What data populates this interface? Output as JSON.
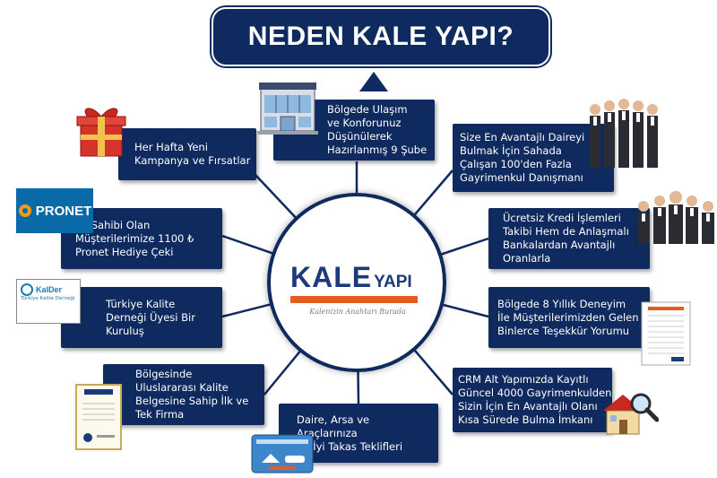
{
  "title": "NEDEN KALE YAPI?",
  "center_logo": {
    "name": "KALE",
    "suffix": "YAPI",
    "slogan": "Kalenizin Anahtarı Burada",
    "brand_color": "#0f2a5e",
    "accent_color": "#e35d20"
  },
  "cards": [
    {
      "id": "subeler",
      "text": "Bölgede Ulaşım\nve Konforunuz\nDüşünülerek\nHazırlanmış 9 Şube",
      "icon": "office-building-icon"
    },
    {
      "id": "kampanya",
      "text": "Her Hafta Yeni\nKampanya ve Fırsatlar",
      "icon": "gift-box-icon"
    },
    {
      "id": "danisman",
      "text": "Size En Avantajlı Daireyi\nBulmak İçin Sahada\nÇalışan 100'den Fazla\nGayrimenkul Danışmanı",
      "icon": "business-team-icon"
    },
    {
      "id": "pronet",
      "text": "Ev Sahibi Olan\nMüşterilerimize 1100 ₺\nPronet Hediye Çeki",
      "icon": "pronet-logo"
    },
    {
      "id": "kredi",
      "text": "Ücretsiz Kredi İşlemleri\nTakibi Hem de Anlaşmalı\nBankalardan Avantajlı\nOranlarla",
      "icon": "business-team-icon"
    },
    {
      "id": "kalder",
      "text": "Türkiye Kalite\nDerneği Üyesi Bir\nKuruluş",
      "icon": "kalder-logo"
    },
    {
      "id": "deneyim",
      "text": "Bölgede 8 Yıllık Deneyim\nİle Müşterilerimizden Gelen\nBinlerce Teşekkür Yorumu",
      "icon": "thank-you-form-icon"
    },
    {
      "id": "kalite",
      "text": "Bölgesinde\nUluslararası Kalite\nBelgesine Sahip İlk ve\nTek Firma",
      "icon": "certificate-icon"
    },
    {
      "id": "crm",
      "text": "CRM Alt Yapımızda Kayıtlı\nGüncel 4000 Gayrimenkulden\nSizin İçin En Avantajlı Olanı\nKısa Sürede Bulma İmkanı",
      "icon": "house-search-icon"
    },
    {
      "id": "takas",
      "text": "Daire, Arsa ve\nAraçlarınıza\nEn İyi Takas Teklifleri",
      "icon": "exchange-card-icon"
    }
  ],
  "logos": {
    "pronet": "PRONET",
    "kalder": "KalDer",
    "kalder_sub": "Türkiye Kalite Derneği"
  }
}
